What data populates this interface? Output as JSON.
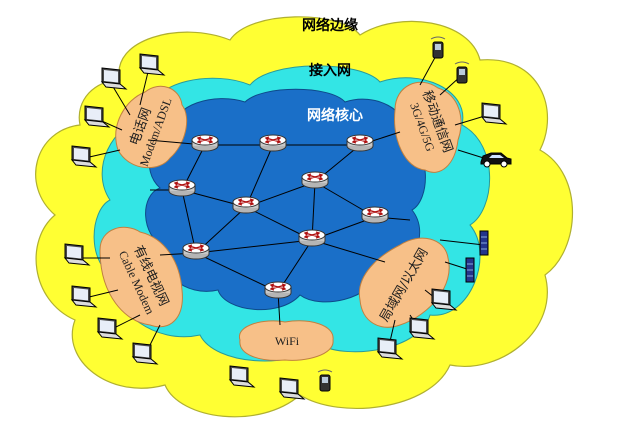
{
  "zones": {
    "edge": {
      "label": "网络边缘",
      "color": "#ffff33"
    },
    "access": {
      "label": "接入网",
      "color": "#33e5e5"
    },
    "core": {
      "label": "网络核心",
      "color": "#1a6fc8"
    }
  },
  "access_networks": {
    "telephone": {
      "cn": "电话网",
      "en": "Modem/ADSL"
    },
    "mobile": {
      "cn": "移动通信网",
      "en": "3G/4G/5G"
    },
    "cable": {
      "cn": "有线电视网",
      "en": "Cable Modem"
    },
    "lan": {
      "cn": "局域网/以太网",
      "en": ""
    },
    "wifi": {
      "cn": "",
      "en": "WiFi"
    }
  },
  "colors": {
    "access_bubble": "#f7c088",
    "router_top": "#ffffff",
    "router_side": "#c8c8c8",
    "link": "#000000"
  },
  "icons": [
    "router-icon",
    "laptop-icon",
    "mobile-phone-icon",
    "car-icon",
    "server-icon"
  ]
}
